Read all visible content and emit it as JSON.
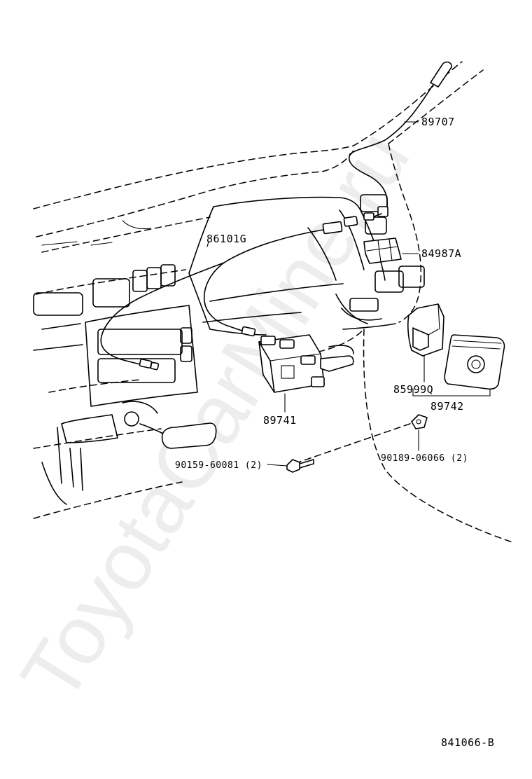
{
  "parts": {
    "p89707": "89707",
    "p86101G": "86101G",
    "p84987A": "84987A",
    "p85999Q": "85999Q",
    "p89742": "89742",
    "p89741": "89741",
    "p90159": "90159-60081 (2)",
    "p90189": "90189-06066 (2)"
  },
  "drawing_number": "841066-B",
  "watermark": "ToyotaCarMine.ru"
}
